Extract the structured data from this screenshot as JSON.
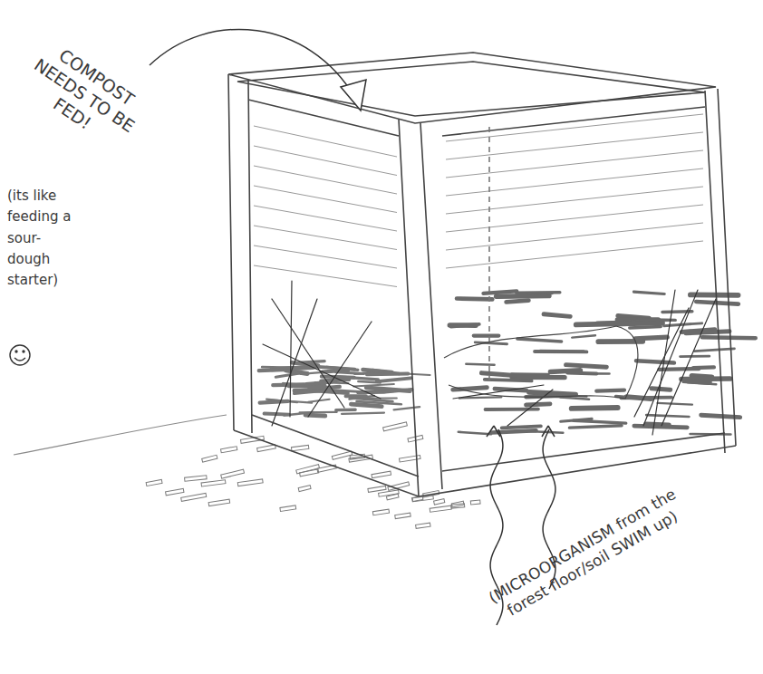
{
  "diagram": {
    "labels": [
      "COMPOST NEEDS TO BE FED!",
      "(its like feeding a sour-dough starter)",
      "(MICROORGANISM from the forest floor/soil SWIM up)"
    ]
  }
}
